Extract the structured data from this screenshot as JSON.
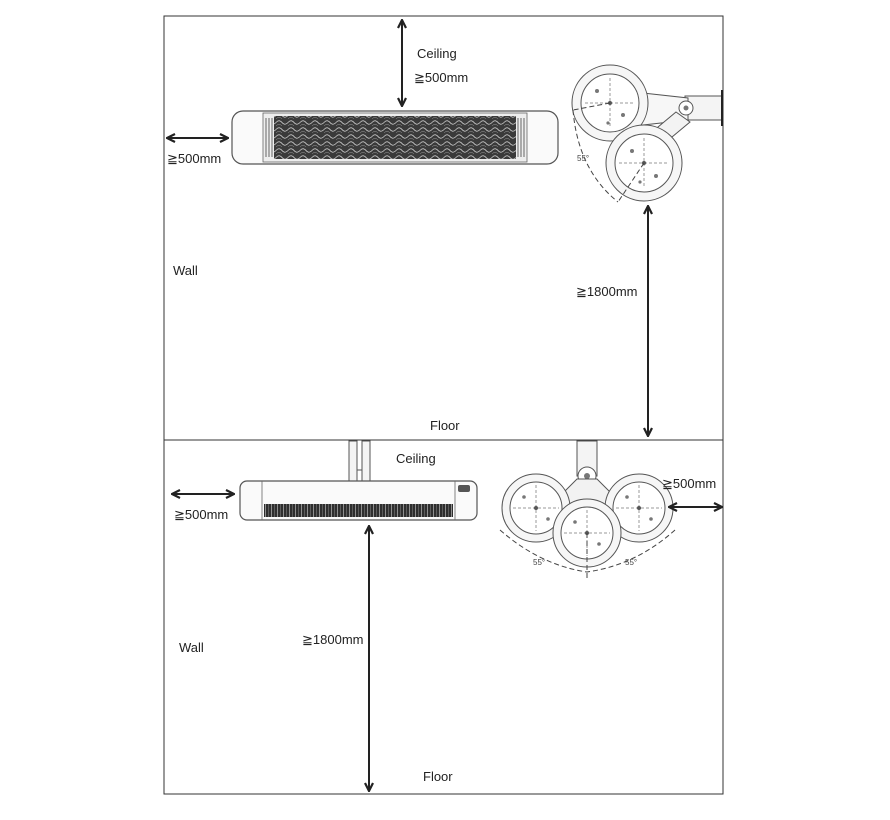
{
  "upper_panel": {
    "ceiling": "Ceiling",
    "ceiling_clearance": "≧500mm",
    "wall": "Wall",
    "wall_clearance": "≧500mm",
    "floor_clearance": "≧1800mm",
    "floor": "Floor",
    "tilt_angle": "55°"
  },
  "lower_panel": {
    "ceiling": "Ceiling",
    "wall": "Wall",
    "wall_clearance": "≧500mm",
    "side_clearance": "≧500mm",
    "floor_clearance": "≧1800mm",
    "floor": "Floor",
    "tilt_angle_left": "55°",
    "tilt_angle_right": "55°"
  }
}
